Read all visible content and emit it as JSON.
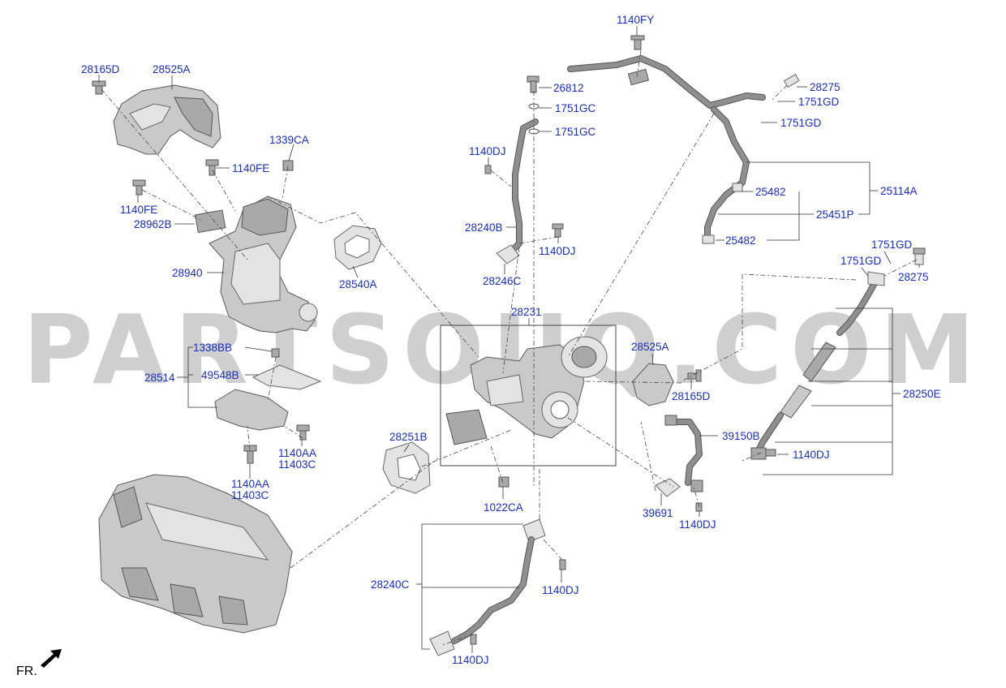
{
  "watermark": "PARTSOUQ.COM",
  "orientation_label": "FR.",
  "labels": {
    "l28165D_top": "28165D",
    "l28525A_top": "28525A",
    "l1339CA": "1339CA",
    "l1140FE_a": "1140FE",
    "l1140FE_b": "1140FE",
    "l28962B": "28962B",
    "l28940": "28940",
    "l28540A": "28540A",
    "l1338BB": "1338BB",
    "l28514": "28514",
    "l49548B": "49548B",
    "l1140AA_a": "1140AA",
    "l11403C_a": "11403C",
    "l1140AA_b": "1140AA",
    "l11403C_b": "11403C",
    "l1140FY": "1140FY",
    "l26812": "26812",
    "l1751GC_a": "1751GC",
    "l1751GC_b": "1751GC",
    "l1140DJ_a": "1140DJ",
    "l28240B": "28240B",
    "l1140DJ_b": "1140DJ",
    "l28246C": "28246C",
    "l28275_a": "28275",
    "l1751GD_a": "1751GD",
    "l1751GD_b": "1751GD",
    "l25482_a": "25482",
    "l25114A": "25114A",
    "l25451P": "25451P",
    "l25482_b": "25482",
    "l1751GD_c": "1751GD",
    "l1751GD_d": "1751GD",
    "l28275_b": "28275",
    "l28231": "28231",
    "l28525A_mid": "28525A",
    "l28165D_mid": "28165D",
    "l28250E": "28250E",
    "l28251B": "28251B",
    "l39150B": "39150B",
    "l1140DJ_c": "1140DJ",
    "l1022CA": "1022CA",
    "l39691": "39691",
    "l1140DJ_d": "1140DJ",
    "l28240C": "28240C",
    "l1140DJ_e": "1140DJ",
    "l1140DJ_f": "1140DJ"
  }
}
